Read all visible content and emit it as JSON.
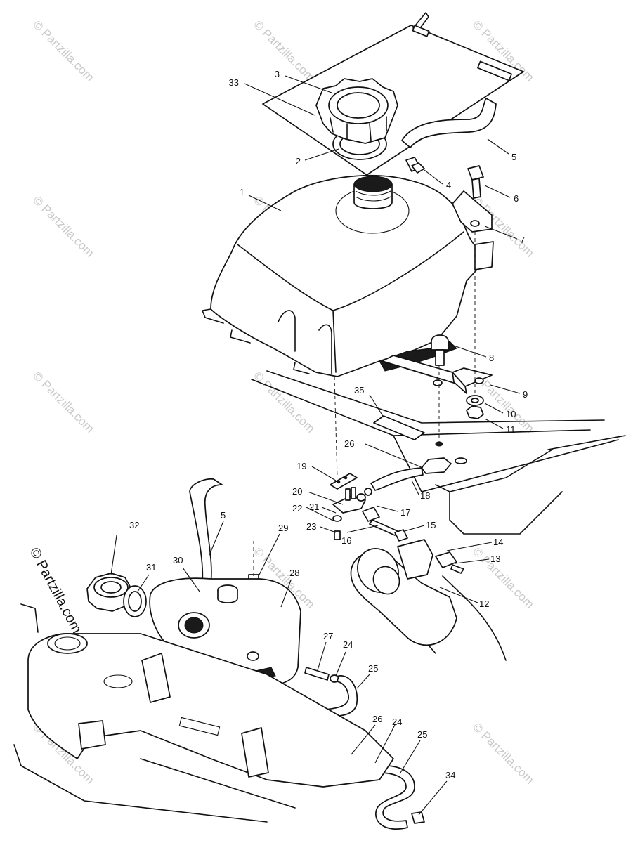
{
  "diagram": {
    "watermark_text": "© Partzilla.com",
    "callouts": [
      {
        "id": "c33",
        "label": "33",
        "name": "callout-33"
      },
      {
        "id": "c3",
        "label": "3",
        "name": "callout-3"
      },
      {
        "id": "c2",
        "label": "2",
        "name": "callout-2"
      },
      {
        "id": "c5a",
        "label": "5",
        "name": "callout-5-upper"
      },
      {
        "id": "c4",
        "label": "4",
        "name": "callout-4"
      },
      {
        "id": "c6",
        "label": "6",
        "name": "callout-6"
      },
      {
        "id": "c1",
        "label": "1",
        "name": "callout-1"
      },
      {
        "id": "c7",
        "label": "7",
        "name": "callout-7"
      },
      {
        "id": "c8",
        "label": "8",
        "name": "callout-8"
      },
      {
        "id": "c9",
        "label": "9",
        "name": "callout-9"
      },
      {
        "id": "c35",
        "label": "35",
        "name": "callout-35"
      },
      {
        "id": "c10",
        "label": "10",
        "name": "callout-10"
      },
      {
        "id": "c11",
        "label": "11",
        "name": "callout-11"
      },
      {
        "id": "c26a",
        "label": "26",
        "name": "callout-26-upper"
      },
      {
        "id": "c19",
        "label": "19",
        "name": "callout-19"
      },
      {
        "id": "c18",
        "label": "18",
        "name": "callout-18"
      },
      {
        "id": "c20",
        "label": "20",
        "name": "callout-20"
      },
      {
        "id": "c17",
        "label": "17",
        "name": "callout-17"
      },
      {
        "id": "c21",
        "label": "21",
        "name": "callout-21"
      },
      {
        "id": "c22",
        "label": "22",
        "name": "callout-22"
      },
      {
        "id": "c23",
        "label": "23",
        "name": "callout-23"
      },
      {
        "id": "c16",
        "label": "16",
        "name": "callout-16"
      },
      {
        "id": "c15",
        "label": "15",
        "name": "callout-15"
      },
      {
        "id": "c14",
        "label": "14",
        "name": "callout-14"
      },
      {
        "id": "c13",
        "label": "13",
        "name": "callout-13"
      },
      {
        "id": "c12",
        "label": "12",
        "name": "callout-12"
      },
      {
        "id": "c32",
        "label": "32",
        "name": "callout-32"
      },
      {
        "id": "c5b",
        "label": "5",
        "name": "callout-5-lower"
      },
      {
        "id": "c29",
        "label": "29",
        "name": "callout-29"
      },
      {
        "id": "c30",
        "label": "30",
        "name": "callout-30"
      },
      {
        "id": "c31",
        "label": "31",
        "name": "callout-31"
      },
      {
        "id": "c28",
        "label": "28",
        "name": "callout-28"
      },
      {
        "id": "c27",
        "label": "27",
        "name": "callout-27"
      },
      {
        "id": "c24a",
        "label": "24",
        "name": "callout-24-upper"
      },
      {
        "id": "c25a",
        "label": "25",
        "name": "callout-25-upper"
      },
      {
        "id": "c26b",
        "label": "26",
        "name": "callout-26-lower"
      },
      {
        "id": "c24b",
        "label": "24",
        "name": "callout-24-lower"
      },
      {
        "id": "c25b",
        "label": "25",
        "name": "callout-25-lower"
      },
      {
        "id": "c34",
        "label": "34",
        "name": "callout-34"
      }
    ]
  }
}
